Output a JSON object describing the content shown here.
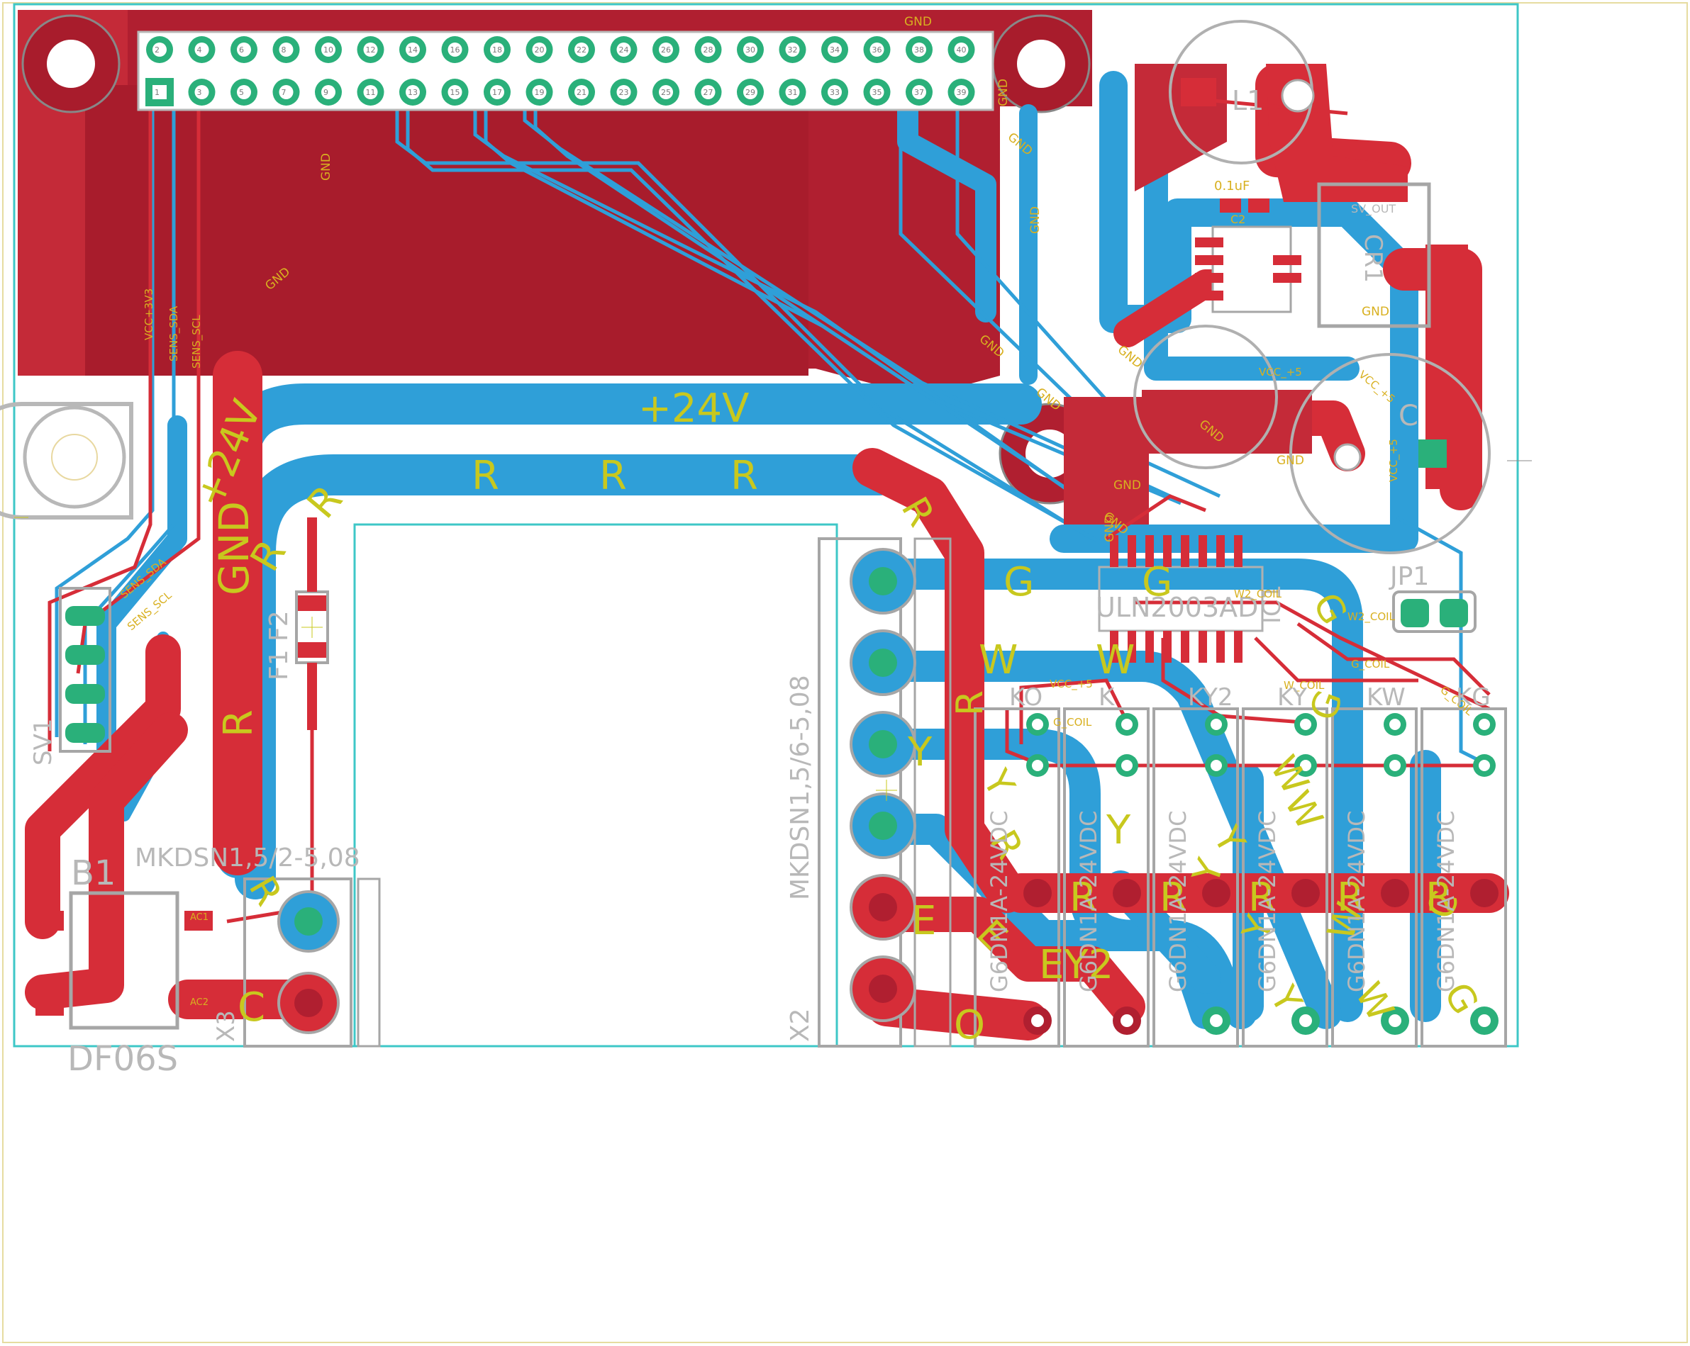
{
  "colors": {
    "top_copper": "#b01f30",
    "top_trace": "#d62d38",
    "bottom_copper": "#2f9fd8",
    "pad": "#2ab07a",
    "silkscreen": "#a6a6a6",
    "label": "#c8c81e",
    "outline": "#3ec7c7",
    "board_edge": "#e6dca0"
  },
  "labels": {
    "power_24v": "+24V",
    "label_24v_vertical": "+24V",
    "gnd_big": "GND",
    "gnd": "GND",
    "vcc5": "VCC_+5",
    "l1": "L1",
    "cap_value": "0.1uF",
    "c2": "C2",
    "jp1": "JP1",
    "sv_out": "SV_OUT",
    "cr1": "CR1",
    "c_label": "C",
    "b1": "B1",
    "df06s": "DF06S",
    "mkdsn_x3": "MKDSN1,5/2-5,08",
    "x3": "X3",
    "mkdsn_x2": "MKDSN1,5/6-5,08",
    "x2": "X2",
    "f1f2": "F1 F2",
    "sv1": "SV1",
    "ic": "ULN2003AD",
    "ic1": "IC1",
    "ac1": "AC1",
    "ac2": "AC2",
    "relay_type": "G6DN1A-24VDC",
    "w2_coil": "W2_COIL",
    "g_coil": "G_COIL",
    "w_coil": "W_COIL",
    "sens_sda": "SENS_SDA",
    "sens_scl": "SENS_SCL",
    "vcc3v3": "VCC+3V3",
    "e_y2": "EY2"
  },
  "relays": [
    "KO",
    "K",
    "KY2",
    "KY",
    "KW",
    "KG"
  ],
  "terminal_letters": [
    "G",
    "W",
    "Y",
    "R",
    "E",
    "O"
  ],
  "top_pin_numbers": [
    "2",
    "4",
    "6",
    "8",
    "10",
    "12",
    "14",
    "16",
    "18",
    "20",
    "22",
    "24",
    "26",
    "28",
    "30",
    "32",
    "34",
    "36",
    "38",
    "40"
  ],
  "bottom_pin_numbers": [
    "1",
    "3",
    "5",
    "7",
    "9",
    "11",
    "13",
    "15",
    "17",
    "19",
    "21",
    "23",
    "25",
    "27",
    "29",
    "31",
    "33",
    "35",
    "37",
    "39"
  ],
  "trace_letters": {
    "bus": [
      "R",
      "R",
      "R"
    ],
    "diag": [
      "R",
      "R"
    ],
    "relay_row": [
      "R",
      "R",
      "R",
      "R",
      "R"
    ],
    "bottom": [
      "O",
      "Y",
      "W",
      "G"
    ],
    "misc": [
      "G",
      "G",
      "W",
      "W",
      "Y",
      "Y",
      "Y",
      "Y",
      "W",
      "W",
      "G",
      "G",
      "E",
      "E",
      "R",
      "R",
      "R",
      "C",
      "O",
      "R"
    ]
  }
}
